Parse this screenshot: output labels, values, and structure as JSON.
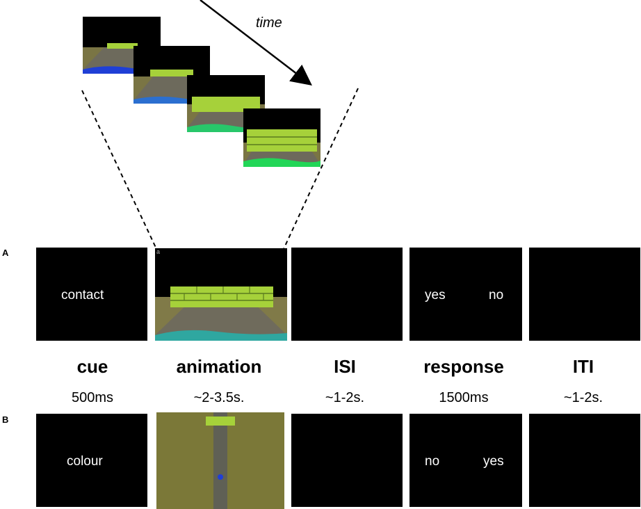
{
  "time_label": "time",
  "row_labels": {
    "a": "A",
    "b": "B"
  },
  "phases": [
    {
      "title": "cue",
      "duration": "500ms"
    },
    {
      "title": "animation",
      "duration": "~2-3.5s."
    },
    {
      "title": "ISI",
      "duration": "~1-2s."
    },
    {
      "title": "response",
      "duration": "1500ms"
    },
    {
      "title": "ITI",
      "duration": "~1-2s."
    }
  ],
  "row_a": {
    "cue_word": "contact",
    "animation_corner_label": "a",
    "response_left": "yes",
    "response_right": "no"
  },
  "row_b": {
    "cue_word": "colour",
    "response_left": "no",
    "response_right": "yes"
  },
  "colors": {
    "screen": "#000000",
    "brick": "#a6d13a",
    "road": "#6f6b55",
    "grass": "#7e7a3c",
    "water_blue": "#1f3fd6",
    "water_teal": "#2fa7a0",
    "water_green": "#22d657"
  }
}
